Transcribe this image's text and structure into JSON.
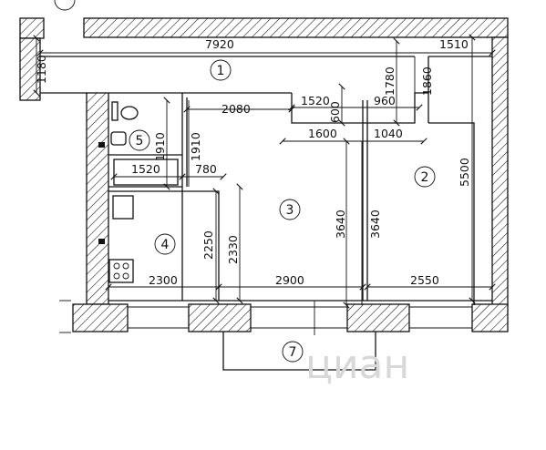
{
  "rooms": [
    {
      "id": "room-1",
      "label": "1"
    },
    {
      "id": "room-2",
      "label": "2"
    },
    {
      "id": "room-3",
      "label": "3"
    },
    {
      "id": "room-4",
      "label": "4"
    },
    {
      "id": "room-5",
      "label": "5"
    },
    {
      "id": "room-7",
      "label": "7"
    }
  ],
  "dimensions": {
    "corridor_length": "7920",
    "corridor_width": "1180",
    "room2_width": "1510",
    "room2_length": "5500",
    "notch_width": "1780",
    "notch_height": "1860",
    "room3_wall": "2080",
    "step_1520": "1520",
    "step_600": "600",
    "step_960": "960",
    "room3_top": "1600",
    "room3_top_2": "1040",
    "bath_height": "1910",
    "bath_height_2": "1910",
    "bath_width": "1520",
    "bath_offset": "780",
    "room3_height": "3640",
    "room3_height_2": "3640",
    "kitchen_height": "2250",
    "kitchen_height_2": "2330",
    "kitchen_width": "2300",
    "room3_width": "2900",
    "room2_bottom_width": "2550"
  },
  "watermark": "циан"
}
